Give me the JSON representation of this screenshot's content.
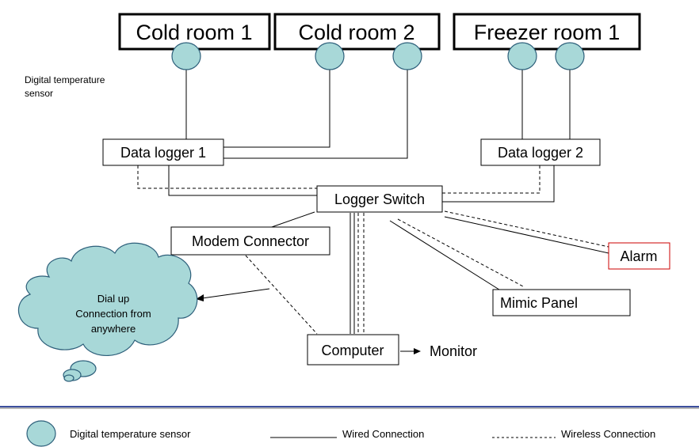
{
  "rooms": {
    "cold_room_1": "Cold room 1",
    "cold_room_2": "Cold room 2",
    "freezer_room_1": "Freezer room 1"
  },
  "sensor_label_line1": "Digital temperature",
  "sensor_label_line2": "sensor",
  "nodes": {
    "data_logger_1": "Data logger 1",
    "data_logger_2": "Data logger 2",
    "logger_switch": "Logger Switch",
    "modem_connector": "Modem Connector",
    "alarm": "Alarm",
    "mimic_panel": "Mimic Panel",
    "computer": "Computer",
    "monitor": "Monitor"
  },
  "cloud": {
    "line1": "Dial up",
    "line2": "Connection from",
    "line3": "anywhere"
  },
  "legend": {
    "sensor": "Digital temperature sensor",
    "wired": "Wired Connection",
    "wireless": "Wireless Connection"
  },
  "colors": {
    "sensor_fill": "#a8d8d8",
    "cloud_fill": "#a8d8d8",
    "divider_blue": "#3c4f9e",
    "alarm_border": "#cc0000"
  }
}
